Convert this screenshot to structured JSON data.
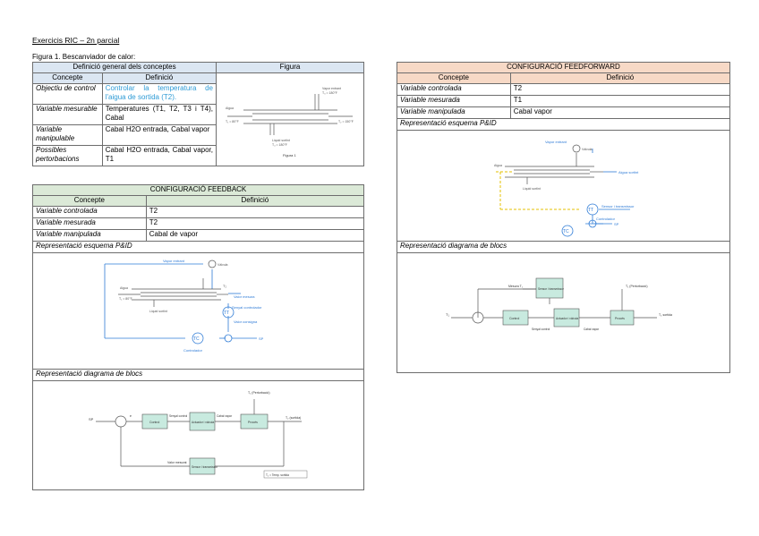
{
  "header": {
    "title": "Exercicis RIC – 2n parcial",
    "figure_caption": "Figura 1. Bescanviador de calor:"
  },
  "general_table": {
    "title": "Definició general dels conceptes",
    "figure_col": "Figura",
    "col_concept": "Concepte",
    "col_def": "Definició",
    "rows": [
      {
        "concept": "Objectiu de control",
        "definition": "Controlar la temperatura de l'aigua de sortida (T2)."
      },
      {
        "concept": "Variable mesurable",
        "definition": "Temperatures (T1, T2, T3 i T4), Cabal"
      },
      {
        "concept": "Variable manipulable",
        "definition": "Cabal H2O entrada, Cabal vapor"
      },
      {
        "concept": "Possibles pertorbacions",
        "definition": "Cabal H2O entrada, Cabal vapor, T1"
      }
    ],
    "figure": {
      "vapor_in": "Vapor entrant",
      "vapor_in_temp": "T₃ = 180°F",
      "aigua": "Aigua",
      "t1": "T₁ = 80°F",
      "t2": "T₂ = 150°F",
      "liquid_out": "Liquid sortint",
      "liquid_temp": "T₄ = 180°F",
      "caption": "Figura 1"
    }
  },
  "feedback": {
    "title": "CONFIGURACIÓ FEEDBACK",
    "col_concept": "Concepte",
    "col_def": "Definició",
    "rows": [
      {
        "concept": "Variable controlada",
        "definition": "T2"
      },
      {
        "concept": "Variable mesurada",
        "definition": "T2"
      },
      {
        "concept": "Variable manipulada",
        "definition": "Cabal de vapor"
      }
    ],
    "pid_label": "Representació esquema P&ID",
    "blocks_label": "Representació diagrama de blocs",
    "pid": {
      "vapor": "Vapor entrant",
      "valve": "Vàlvula",
      "aigua": "Aigua",
      "t1": "T₁ = 80°F",
      "t2": "T₂",
      "liquid": "Liquid sortint",
      "tt": "TT",
      "tc": "TC",
      "mesura": "Valor mesura",
      "control": "Valor consigna",
      "controlador": "Controlador",
      "sp": "SP",
      "senyal": "Senyal controlador"
    },
    "blocks": {
      "top": "T₁ (Pertorbació)",
      "sp": "SP",
      "err": "e",
      "controller": "Control",
      "actuator": "Actuador i vàlvula",
      "process": "Procés",
      "output": "T₂ (sortida)",
      "sensor": "Sensor i transmissor",
      "feedback_label": "Valor mesurat",
      "m1": "Senyal control",
      "m2": "Cabal vapor",
      "legend": "T₂ = Temp. sortida"
    }
  },
  "feedforward": {
    "title": "CONFIGURACIÓ FEEDFORWARD",
    "col_concept": "Concepte",
    "col_def": "Definició",
    "rows": [
      {
        "concept": "Variable controlada",
        "definition": "T2"
      },
      {
        "concept": "Variable mesurada",
        "definition": "T1"
      },
      {
        "concept": "Variable manipulada",
        "definition": "Cabal vapor"
      }
    ],
    "pid_label": "Representació esquema P&ID",
    "blocks_label": "Representació diagrama de blocs",
    "pid": {
      "vapor": "Vapor entrant",
      "valve": "Vàlvula",
      "aigua": "Aigua",
      "out": "Aigua sortint",
      "liquid": "Liquid sortint",
      "tt": "TT",
      "tc": "TC",
      "tt_note": "Sensor i transmissor",
      "tc_note": "Controlador",
      "sp": "SP"
    },
    "blocks": {
      "t1": "T₁",
      "sensor_top": "Mesura T₁",
      "sensor": "Sensor i transmissor",
      "controller": "Control",
      "actuator": "Actuador i vàlvula",
      "process": "Procés",
      "dist": "T₁ (Pertorbació)",
      "output": "T₂ sortida",
      "m1": "Senyal control",
      "m2": "Cabal vapor"
    }
  }
}
